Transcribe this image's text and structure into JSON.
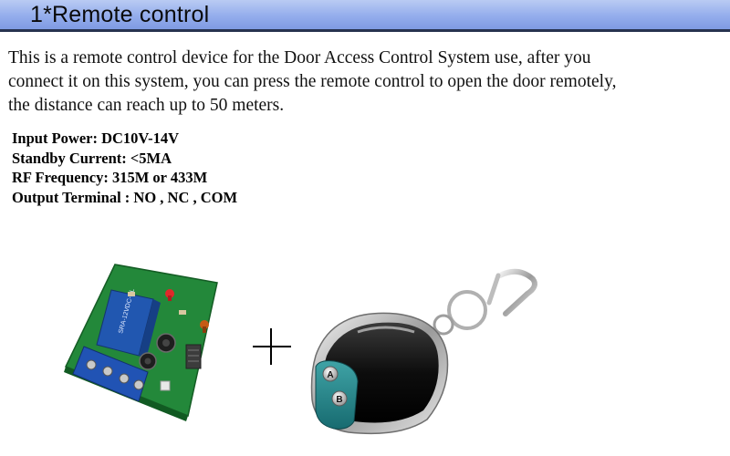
{
  "header": {
    "title": "1*Remote control"
  },
  "intro": {
    "lines": [
      "This is a remote control device for the Door Access Control System use, after you",
      "connect it on this system,  you can press the remote control to open the door remotely,",
      "the distance can reach up to 50 meters."
    ]
  },
  "specs": [
    "Input Power: DC10V-14V",
    "Standby Current: <5MA",
    "RF Frequency: 315M or 433M",
    "Output Terminal : NO , NC , COM"
  ],
  "colors": {
    "header_bg": "#94adec",
    "header_border": "#27324f",
    "pcb_green": "#22863a",
    "relay_blue": "#1f4fa0"
  },
  "product": {
    "relay_marking": "SRA-12VDC-CL",
    "remote_buttons": [
      "A",
      "B"
    ]
  }
}
